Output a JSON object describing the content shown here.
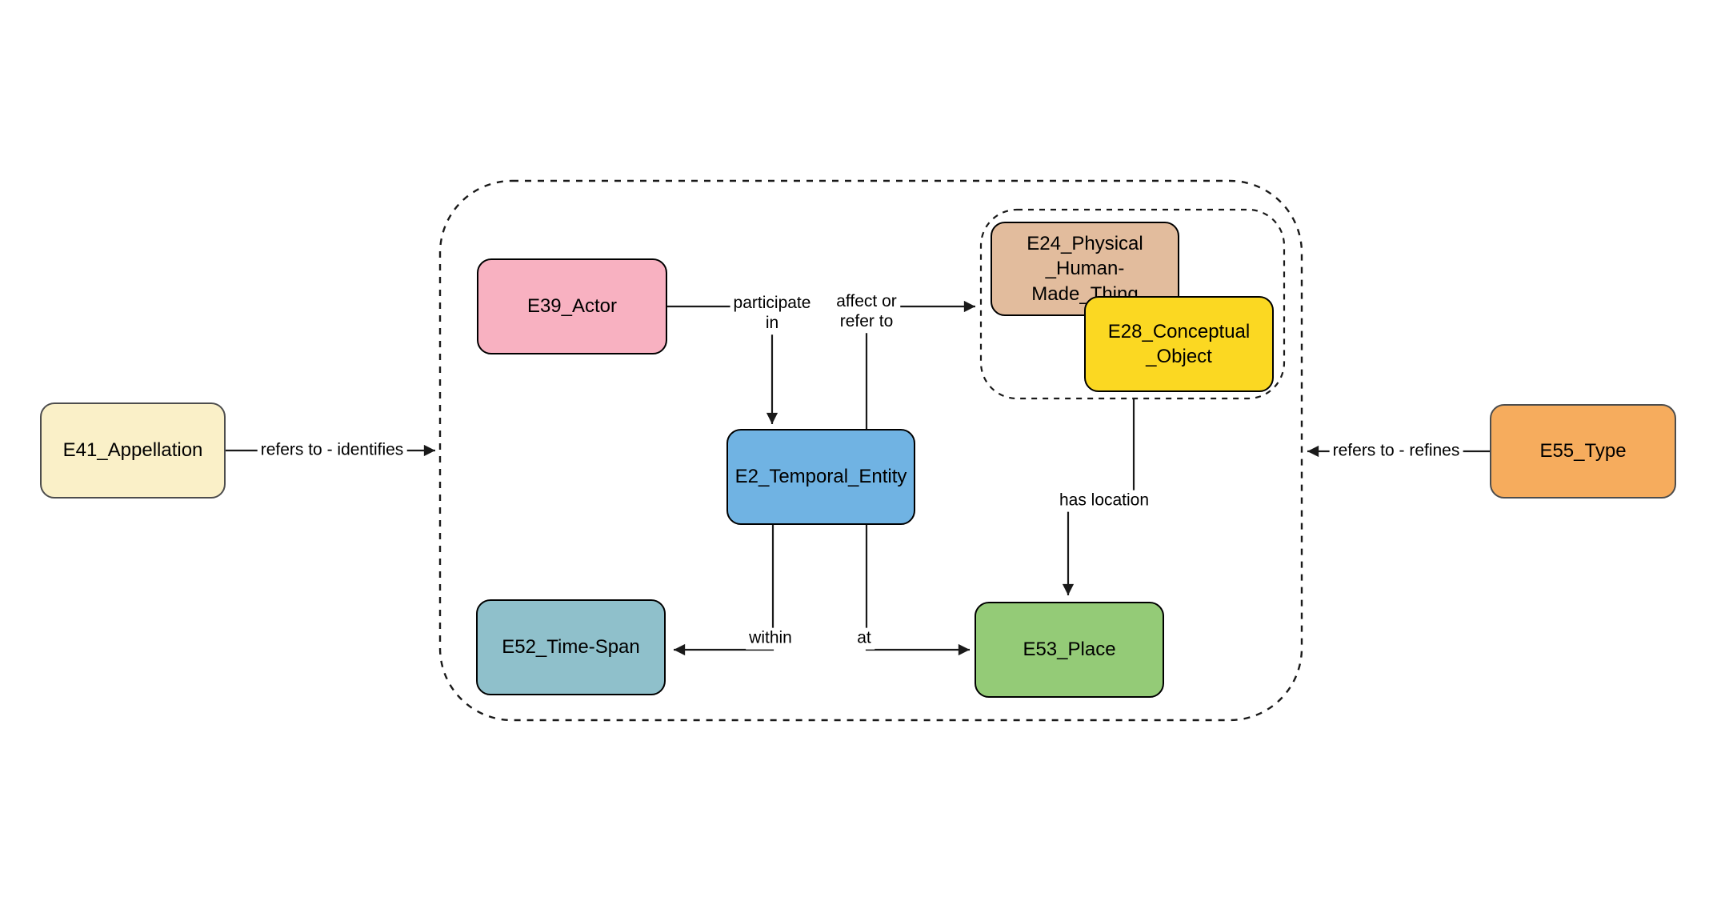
{
  "diagram": {
    "background": "#FFFFFF",
    "line_color": "#1A1A1A",
    "nodes": {
      "e41": {
        "label": "E41_Appellation",
        "fill": "#FAF0C8",
        "stroke": "#4D4D4D"
      },
      "e39": {
        "label": "E39_Actor",
        "fill": "#F8B1C1",
        "stroke": "#000000"
      },
      "e24": {
        "label": "E24_Physical\n_Human-Made_Thing",
        "fill": "#E2BC9D",
        "stroke": "#000000"
      },
      "e28": {
        "label": "E28_Conceptual\n_Object",
        "fill": "#FBD822",
        "stroke": "#000000"
      },
      "e2": {
        "label": "E2_Temporal_Entity",
        "fill": "#70B3E3",
        "stroke": "#000000"
      },
      "e52": {
        "label": "E52_Time-Span",
        "fill": "#8FC0CB",
        "stroke": "#000000"
      },
      "e53": {
        "label": "E53_Place",
        "fill": "#94CB77",
        "stroke": "#000000"
      },
      "e55": {
        "label": "E55_Type",
        "fill": "#F6AC5D",
        "stroke": "#4D4D4D"
      }
    },
    "edges": {
      "refers_identifies": {
        "label": "refers to - identifies"
      },
      "participate_in": {
        "label": "participate\nin"
      },
      "affect_refer": {
        "label": "affect or\nrefer to"
      },
      "within": {
        "label": "within"
      },
      "at": {
        "label": "at"
      },
      "has_location": {
        "label": "has location"
      },
      "refers_refines": {
        "label": "refers to - refines"
      }
    }
  }
}
